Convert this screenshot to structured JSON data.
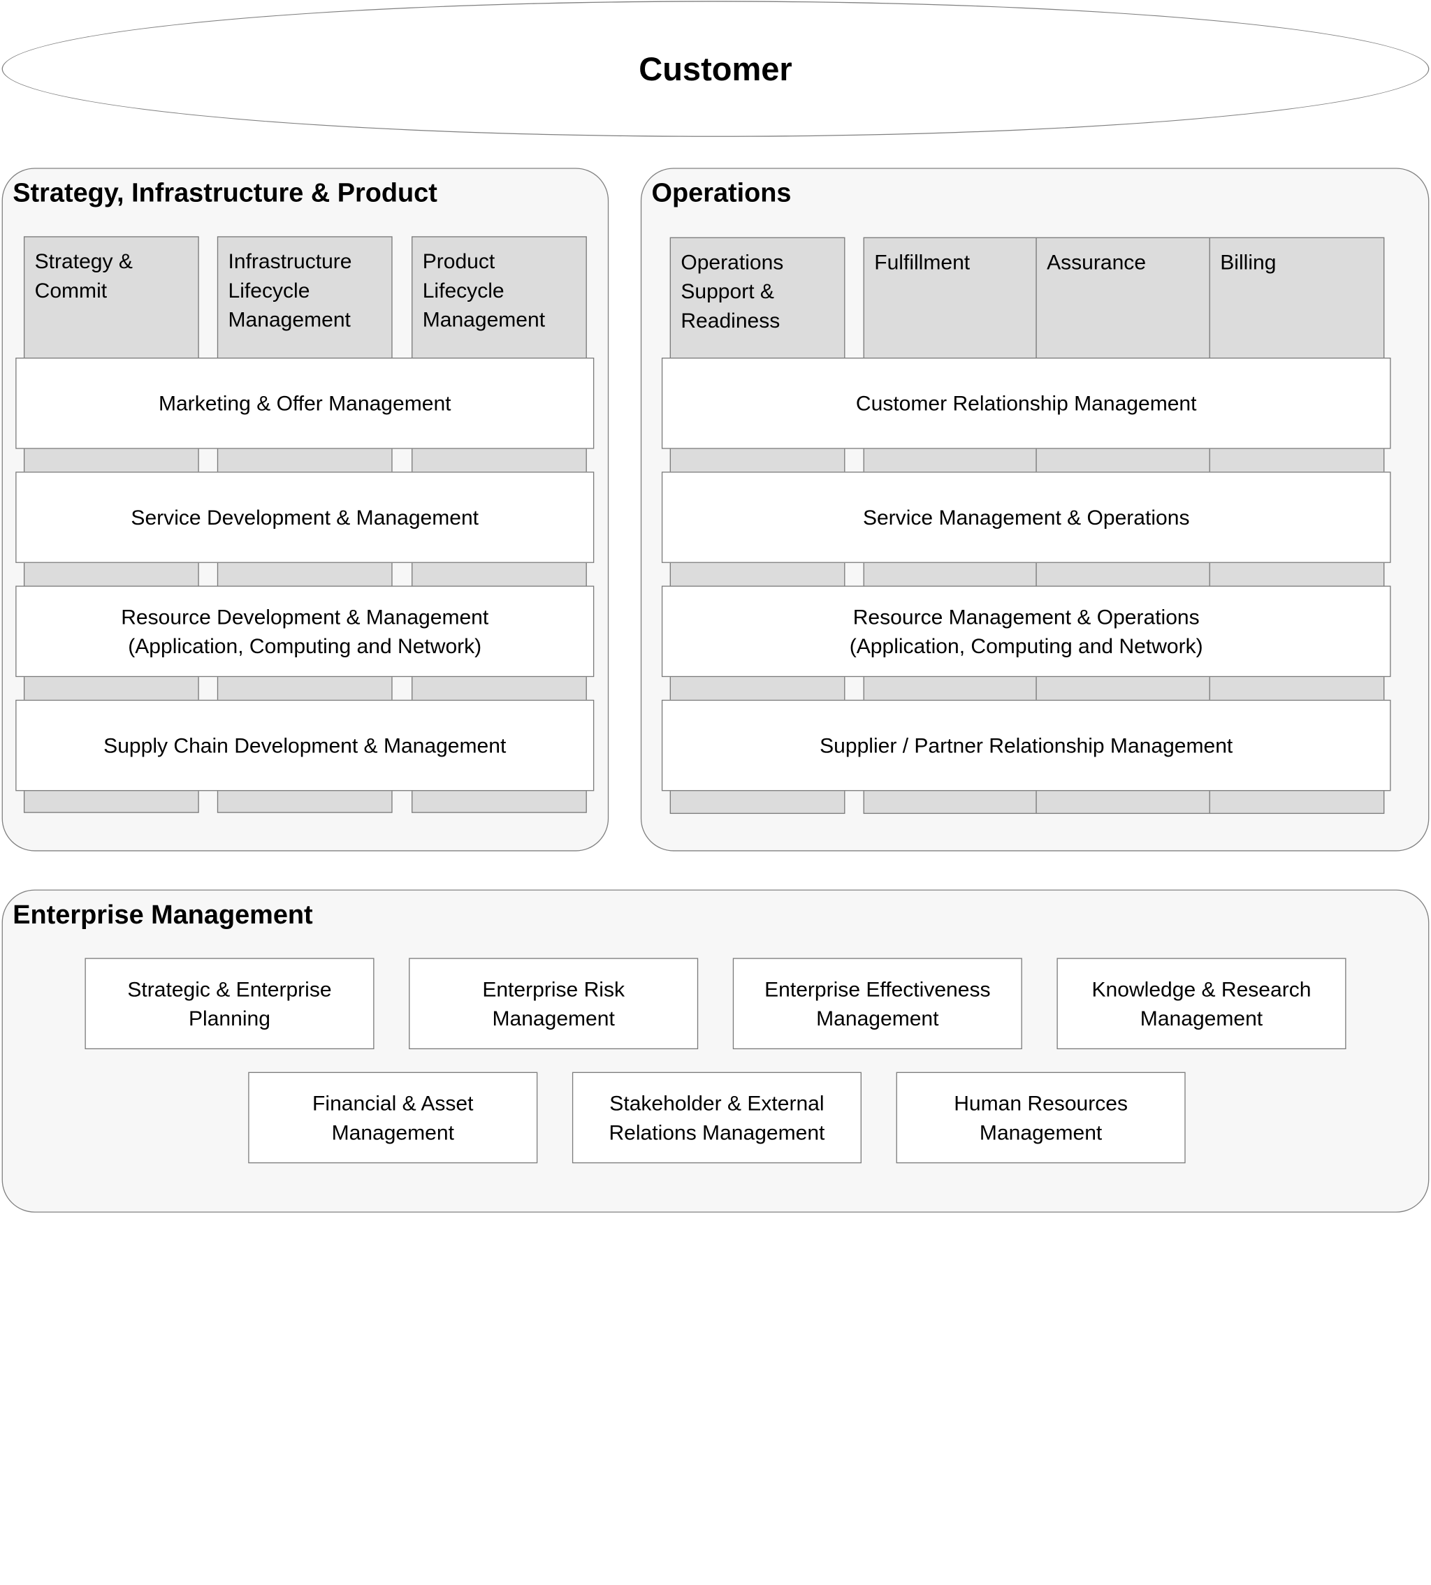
{
  "customer": {
    "label": "Customer"
  },
  "sip": {
    "title": "Strategy, Infrastructure & Product",
    "columns": [
      {
        "label": "Strategy &\nCommit"
      },
      {
        "label": "Infrastructure\nLifecycle\nManagement"
      },
      {
        "label": "Product\nLifecycle\nManagement"
      }
    ],
    "rows": [
      {
        "label": "Marketing & Offer Management"
      },
      {
        "label": "Service Development & Management"
      },
      {
        "label": "Resource Development & Management\n(Application, Computing and Network)"
      },
      {
        "label": "Supply Chain Development & Management"
      }
    ]
  },
  "operations": {
    "title": "Operations",
    "columns": [
      {
        "label": "Operations\nSupport &\nReadiness"
      },
      {
        "label": "Fulfillment"
      },
      {
        "label": "Assurance"
      },
      {
        "label": "Billing"
      }
    ],
    "rows": [
      {
        "label": "Customer Relationship Management"
      },
      {
        "label": "Service Management & Operations"
      },
      {
        "label": "Resource Management & Operations\n(Application, Computing and Network)"
      },
      {
        "label": "Supplier / Partner Relationship Management"
      }
    ]
  },
  "enterprise": {
    "title": "Enterprise Management",
    "boxes": [
      {
        "label": "Strategic & Enterprise\nPlanning"
      },
      {
        "label": "Enterprise Risk\nManagement"
      },
      {
        "label": "Enterprise Effectiveness\nManagement"
      },
      {
        "label": "Knowledge & Research\nManagement"
      },
      {
        "label": "Financial & Asset\nManagement"
      },
      {
        "label": "Stakeholder & External\nRelations Management"
      },
      {
        "label": "Human Resources\nManagement"
      }
    ]
  }
}
